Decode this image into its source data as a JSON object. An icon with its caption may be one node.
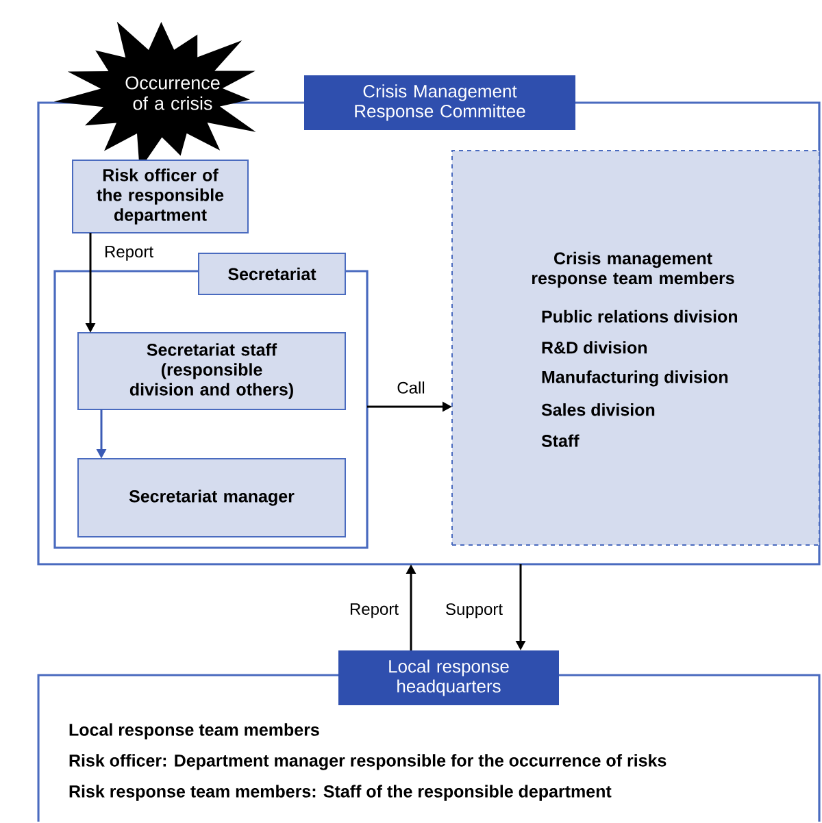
{
  "diagram": {
    "nodes": [
      {
        "text": [
          "Crisis Management Response Committee"
        ]
      },
      {
        "text": [
          "Occurrence of a crisis"
        ]
      },
      {
        "text": [
          "Risk officer of the responsible department"
        ],
        "in": 0
      },
      {
        "text": [
          "Secretariat"
        ],
        "in": 0
      },
      {
        "text": [
          "Secretariat staff (responsible division and others)"
        ],
        "in": 3
      },
      {
        "text": [
          "Secretariat manager"
        ],
        "in": 3
      },
      {
        "text": [
          "Crisis management response team members",
          "Public relations division",
          "R&D division",
          "Manufacturing division",
          "Sales division",
          "Staff"
        ],
        "in": 0
      },
      {
        "text": [
          "Local response headquarters",
          "Local response team members",
          "Risk officer: Department manager responsible for the occurrence of risks",
          "Risk response team members: Staff of the responsible department"
        ]
      }
    ],
    "edges": [
      {
        "from": 2,
        "to": 4,
        "arrow": "to",
        "label": "Report"
      },
      {
        "from": 4,
        "to": 5,
        "arrow": "to",
        "color": "#3b5bb5"
      },
      {
        "from": 3,
        "to": 6,
        "arrow": "to",
        "label": "Call"
      },
      {
        "from": 7,
        "to": 0,
        "arrow": "to",
        "label": "Report"
      },
      {
        "from": 0,
        "to": 7,
        "arrow": "to",
        "label": "Support"
      }
    ]
  }
}
